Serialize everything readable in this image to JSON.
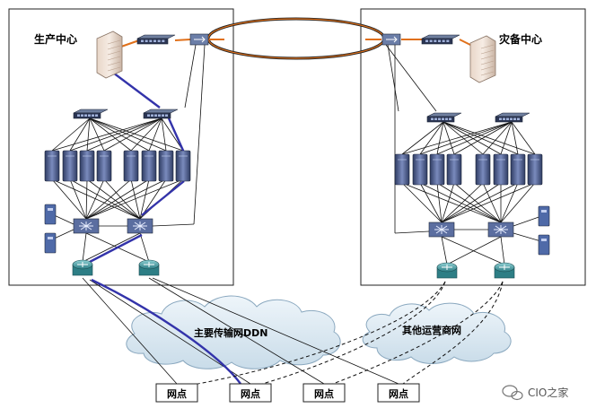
{
  "labels": {
    "production_center": "生产中心",
    "disaster_center": "灾备中心",
    "main_network": "主要传输网DDN",
    "other_network": "其他运营商网",
    "branch_1": "网点",
    "branch_2": "网点",
    "branch_3": "网点",
    "branch_4": "网点"
  },
  "watermark": "CIO之家",
  "colors": {
    "frame": "#222222",
    "link": "#111111",
    "highlight_link": "#3333aa",
    "ring": "#e0701a",
    "cloud_fill": "#dbe9f2",
    "cloud_stroke": "#8aa8bf",
    "server_fill": "#4a5b8a",
    "device_fill": "#5b6ea0",
    "router_fill": "#3f8f95"
  }
}
